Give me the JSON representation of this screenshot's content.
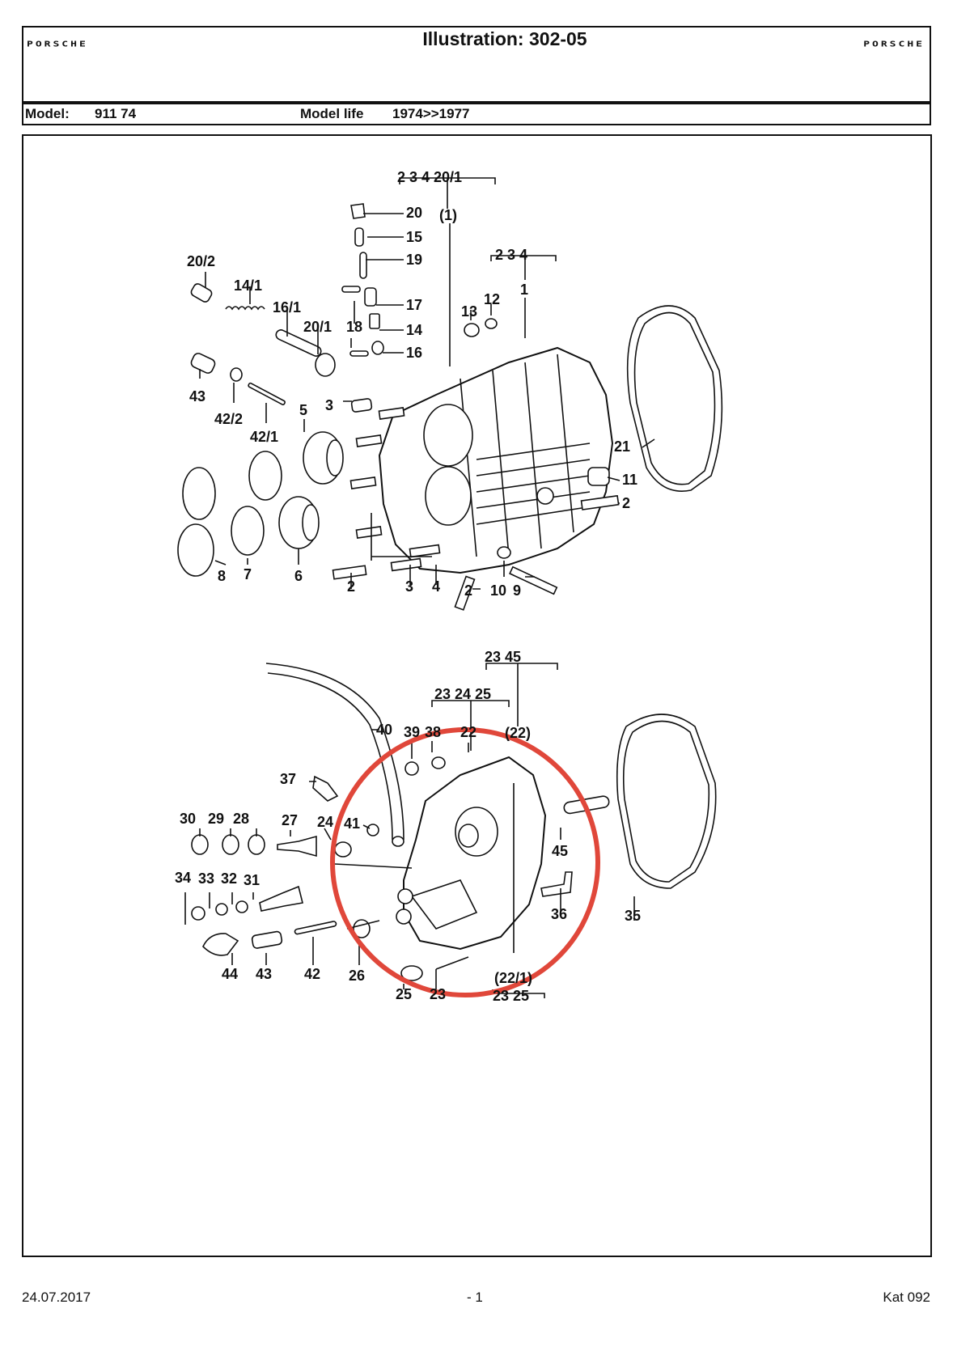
{
  "header": {
    "brand_left": "PORSCHE",
    "title": "Illustration: 302-05",
    "brand_right": "PORSCHE",
    "model_label": "Model:",
    "model_value": "911 74",
    "model_life_label": "Model life",
    "model_life_value": "1974>>1977"
  },
  "diagram": {
    "callouts_upper": [
      "2 3 4 20/1",
      "(1)",
      "20",
      "15",
      "19",
      "17",
      "14",
      "16",
      "18",
      "2 3 4",
      "1",
      "13",
      "12",
      "20/2",
      "14/1",
      "16/1",
      "20/1",
      "43",
      "42/2",
      "42/1",
      "5",
      "3",
      "21",
      "11",
      "2",
      "8",
      "7",
      "6",
      "2",
      "3",
      "4",
      "2",
      "10",
      "9"
    ],
    "callouts_lower": [
      "23 45",
      "23 24 25",
      "(22)",
      "40",
      "39",
      "38",
      "22",
      "37",
      "41",
      "30",
      "29",
      "28",
      "27",
      "24",
      "45",
      "34",
      "33",
      "32",
      "31",
      "36",
      "35",
      "44",
      "43",
      "42",
      "26",
      "25",
      "23",
      "(22/1)",
      "23 25"
    ],
    "highlight_color": "#e0473a"
  },
  "footer": {
    "date": "24.07.2017",
    "page": "- 1",
    "catalog": "Kat 092"
  }
}
